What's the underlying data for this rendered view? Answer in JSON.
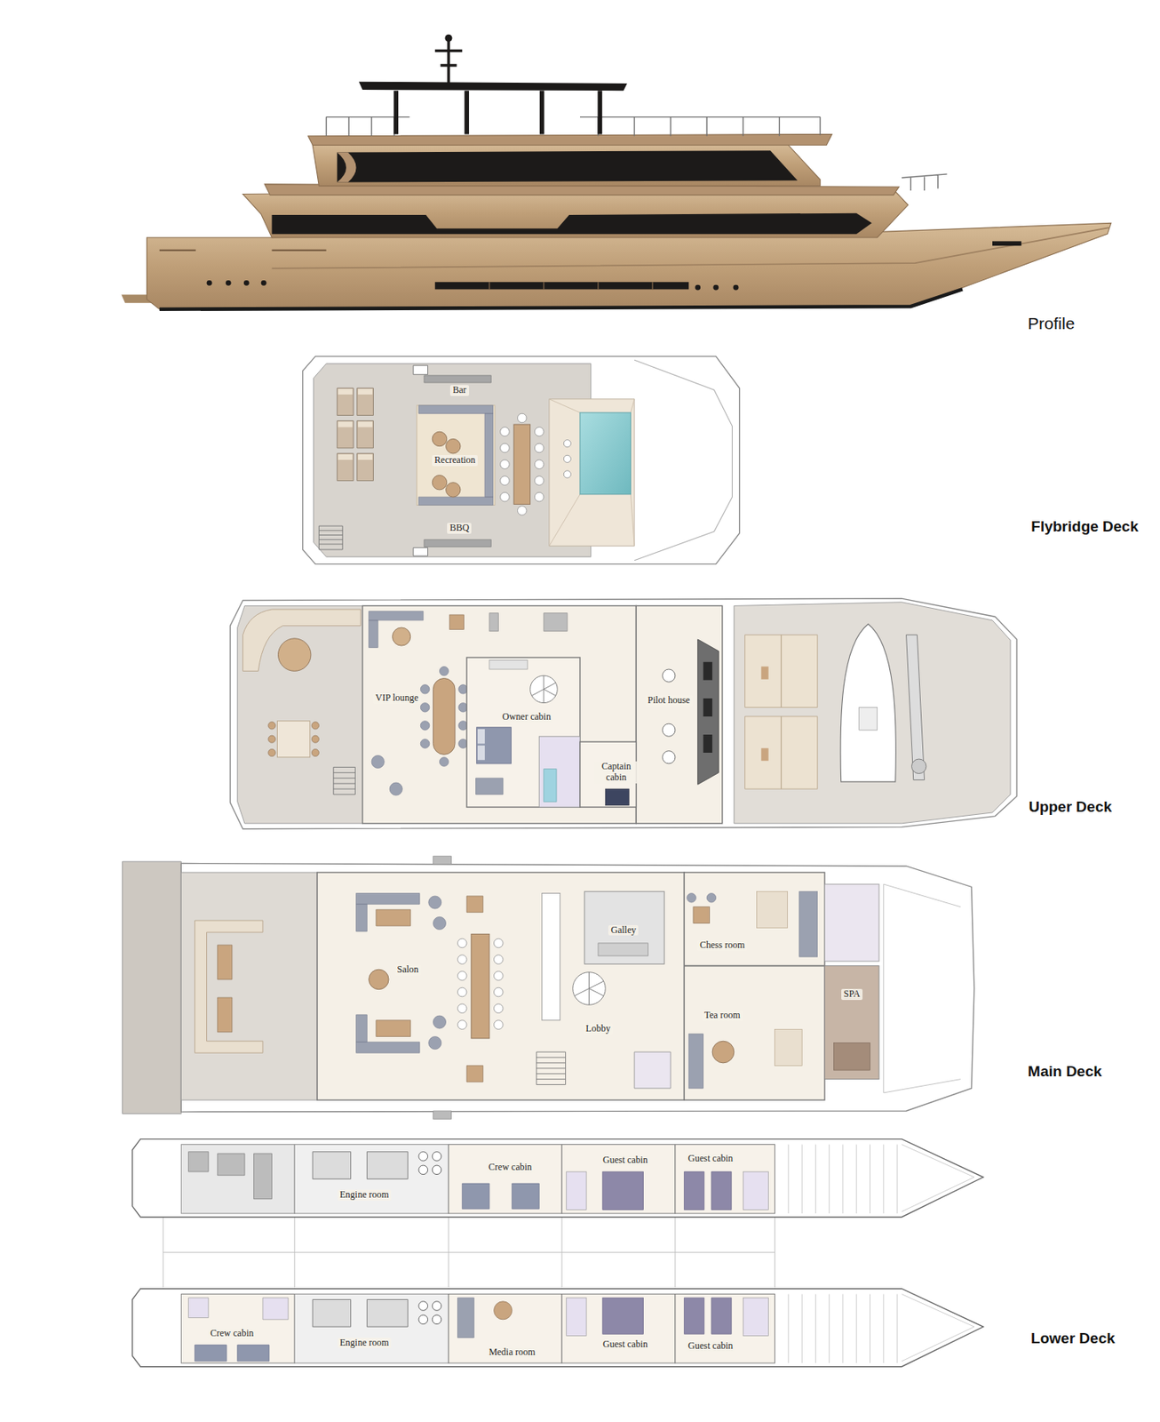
{
  "diagram": {
    "nodes": [
      {
        "text": [
          "Profile"
        ]
      },
      {
        "text": [
          "Flybridge Deck"
        ]
      },
      {
        "text": [
          "Bar"
        ],
        "in": 1
      },
      {
        "text": [
          "Recreation"
        ],
        "in": 1
      },
      {
        "text": [
          "BBQ"
        ],
        "in": 1
      },
      {
        "text": [
          "Upper Deck"
        ]
      },
      {
        "text": [
          "VIP lounge"
        ],
        "in": 5
      },
      {
        "text": [
          "Owner cabin"
        ],
        "in": 5
      },
      {
        "text": [
          "Pilot house"
        ],
        "in": 5
      },
      {
        "text": [
          "Captain cabin"
        ],
        "in": 5
      },
      {
        "text": [
          "Main Deck"
        ]
      },
      {
        "text": [
          "Galley"
        ],
        "in": 10
      },
      {
        "text": [
          "Chess room"
        ],
        "in": 10
      },
      {
        "text": [
          "Salon"
        ],
        "in": 10
      },
      {
        "text": [
          "SPA"
        ],
        "in": 10
      },
      {
        "text": [
          "Tea room"
        ],
        "in": 10
      },
      {
        "text": [
          "Lobby"
        ],
        "in": 10
      },
      {
        "text": [
          "Lower Deck"
        ]
      },
      {
        "text": [
          "Engine room"
        ],
        "in": 17
      },
      {
        "text": [
          "Crew cabin"
        ],
        "in": 17
      },
      {
        "text": [
          "Guest cabin"
        ],
        "in": 17
      },
      {
        "text": [
          "Guest cabin"
        ],
        "in": 17
      },
      {
        "text": [
          "Crew cabin"
        ],
        "in": 17
      },
      {
        "text": [
          "Engine room"
        ],
        "in": 17
      },
      {
        "text": [
          "Media room"
        ],
        "in": 17
      },
      {
        "text": [
          "Guest cabin"
        ],
        "in": 17
      },
      {
        "text": [
          "Guest cabin"
        ],
        "in": 17
      }
    ]
  }
}
